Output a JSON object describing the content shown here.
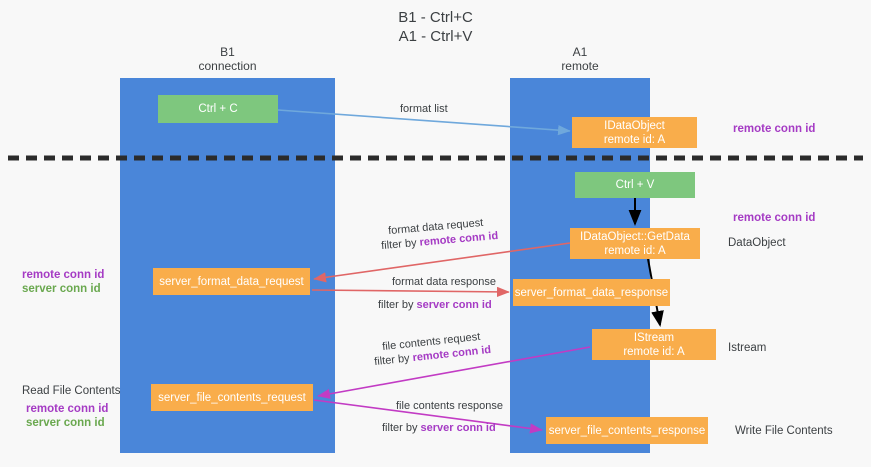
{
  "title": {
    "line1": "B1 - Ctrl+C",
    "line2": "A1 - Ctrl+V"
  },
  "lanes": [
    {
      "id": "b1",
      "name": "B1",
      "role": "connection",
      "color": "#4a86d9"
    },
    {
      "id": "a1",
      "name": "A1",
      "role": "remote",
      "color": "#4a86d9"
    }
  ],
  "boxes": {
    "ctrl_c": "Ctrl + C",
    "idataobject_line1": "IDataObject",
    "idataobject_line2": "remote id: A",
    "ctrl_v": "Ctrl + V",
    "getdata_line1": "IDataObject::GetData",
    "getdata_line2": "remote id: A",
    "server_format_data_request": "server_format_data_request",
    "server_format_data_response": "server_format_data_response",
    "istream_line1": "IStream",
    "istream_line2": "remote id: A",
    "server_file_contents_request": "server_file_contents_request",
    "server_file_contents_response": "server_file_contents_response"
  },
  "edge_labels": {
    "format_list": "format list",
    "format_data_request": "format data request",
    "filter_by_1_prefix": "filter by ",
    "filter_by_1_key": "remote conn id",
    "format_data_response": "format data response",
    "filter_by_2_prefix": "filter by ",
    "filter_by_2_key": "server conn id",
    "file_contents_request": "file contents request",
    "filter_by_3_prefix": "filter by ",
    "filter_by_3_key": "remote conn id",
    "file_contents_response": "file contents response",
    "filter_by_4_prefix": "filter by ",
    "filter_by_4_key": "server conn id"
  },
  "right_labels": {
    "remote_conn_id_top": "remote conn id",
    "remote_conn_id_mid": "remote conn id",
    "dataobject": "DataObject",
    "istream": "Istream",
    "write_file_contents": "Write File Contents"
  },
  "left_labels": {
    "remote_conn_id_a": "remote conn id",
    "server_conn_id_a": "server conn id",
    "read_file_contents": "Read File Contents",
    "remote_conn_id_b": "remote conn id",
    "server_conn_id_b": "server conn id"
  },
  "colors": {
    "lane_blue": "#4a86d9",
    "box_green": "#7ec77e",
    "box_orange": "#f9ad4b",
    "purple": "#a53bc4",
    "green_text": "#6aa84f",
    "arrow_light_blue": "#6fa8dc",
    "arrow_red": "#e06666",
    "arrow_magenta": "#c23bc4",
    "arrow_black": "#000000",
    "background": "#f8f8f8"
  }
}
